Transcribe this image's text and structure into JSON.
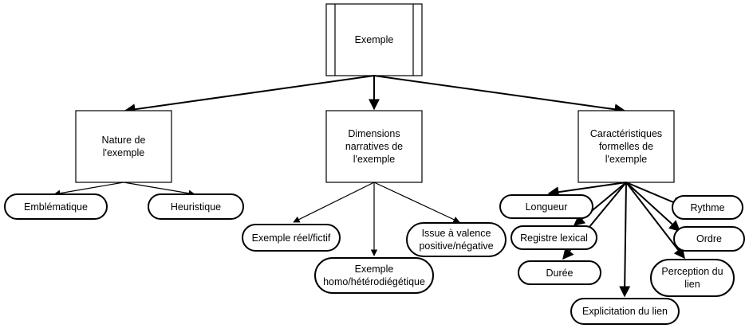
{
  "root": {
    "label": "Exemple"
  },
  "categories": [
    {
      "label": "Nature de\nl'exemple"
    },
    {
      "label": "Dimensions\nnarratives de\nl'exemple"
    },
    {
      "label": "Caractéristiques\nformelles de\nl'exemple"
    }
  ],
  "nature_items": [
    "Emblématique",
    "Heuristique"
  ],
  "dimension_items": [
    "Exemple réel/fictif",
    "Exemple\nhomo/hétérodiégétique",
    "Issue à valence\npositive/négative"
  ],
  "formal_items": [
    "Longueur",
    "Registre lexical",
    "Durée",
    "Explicitation du lien",
    "Perception du\nlien",
    "Ordre",
    "Rythme"
  ]
}
